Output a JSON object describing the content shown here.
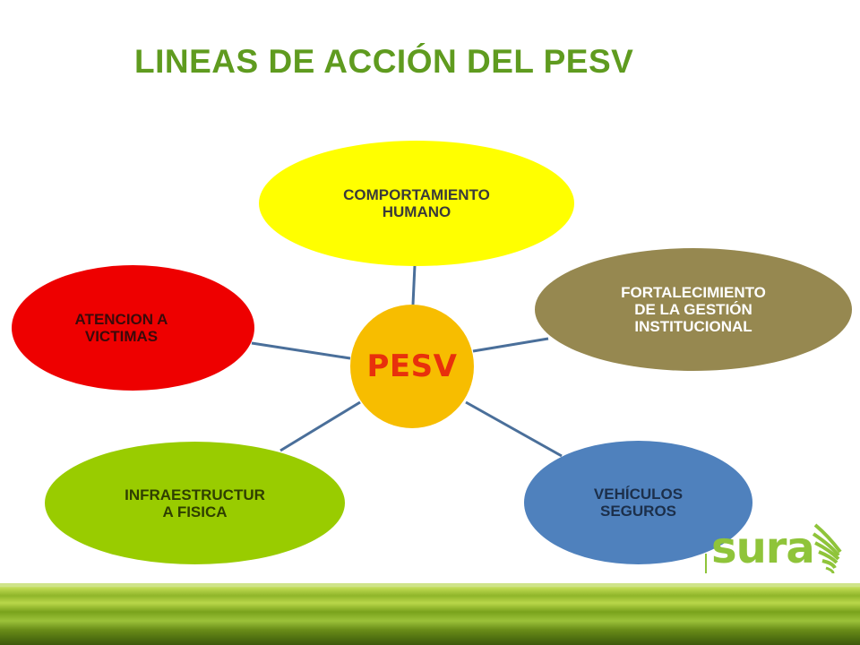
{
  "title": "LINEAS DE ACCIÓN DEL PESV",
  "center": {
    "label": "PESV",
    "color": "#f7bd00"
  },
  "nodes": {
    "top": {
      "lines": [
        "COMPORTAMIENTO",
        "HUMANO"
      ],
      "color": "#ffff00"
    },
    "right": {
      "lines": [
        "FORTALECIMIENTO",
        "DE LA GESTIÓN",
        "INSTITUCIONAL"
      ],
      "color": "#968850"
    },
    "left": {
      "lines": [
        "ATENCION A",
        "VICTIMAS"
      ],
      "color": "#ee0000"
    },
    "bottom_left": {
      "lines": [
        "INFRAESTRUCTUR",
        "A FISICA"
      ],
      "color": "#99cc00"
    },
    "bottom_right": {
      "lines": [
        "VEHÍCULOS",
        "SEGUROS"
      ],
      "color": "#4f81bd"
    }
  },
  "logo": {
    "text": "sura",
    "icon": "sura-leaf-icon",
    "color": "#8fc43a"
  },
  "colors": {
    "title": "#5f9b1f",
    "connector": "#4a6f9a"
  }
}
